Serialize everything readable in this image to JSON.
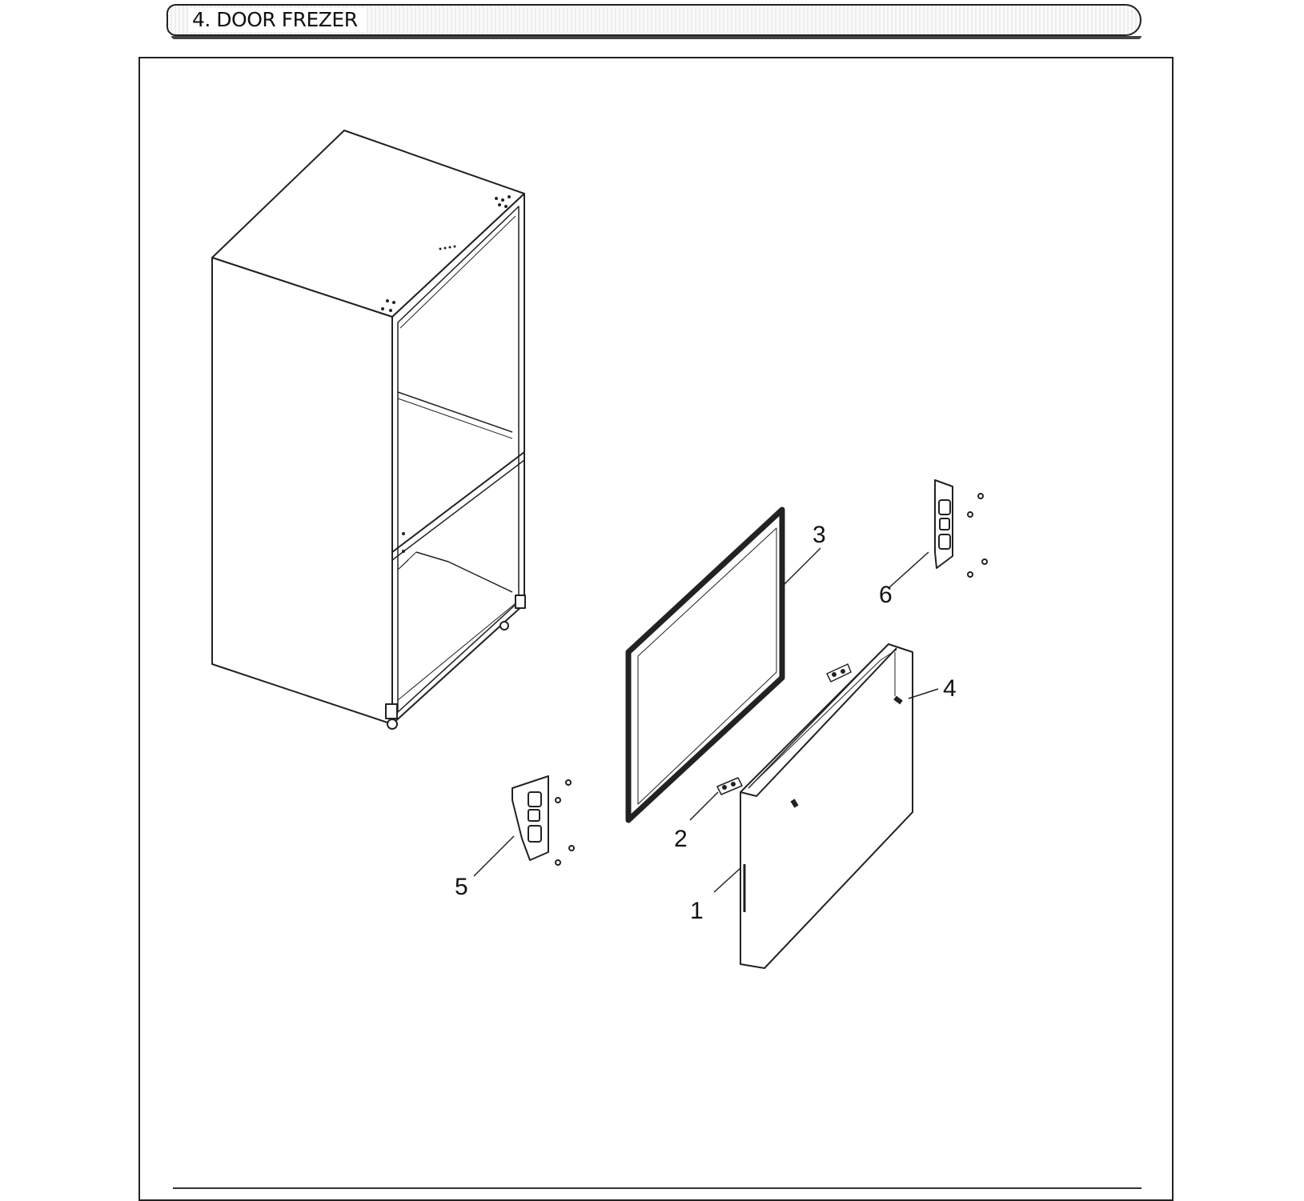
{
  "header": {
    "title": "4. DOOR FREZER"
  },
  "callouts": [
    {
      "id": "1",
      "text": "1"
    },
    {
      "id": "2",
      "text": "2"
    },
    {
      "id": "3",
      "text": "3"
    },
    {
      "id": "4",
      "text": "4"
    },
    {
      "id": "5",
      "text": "5"
    },
    {
      "id": "6",
      "text": "6"
    }
  ]
}
